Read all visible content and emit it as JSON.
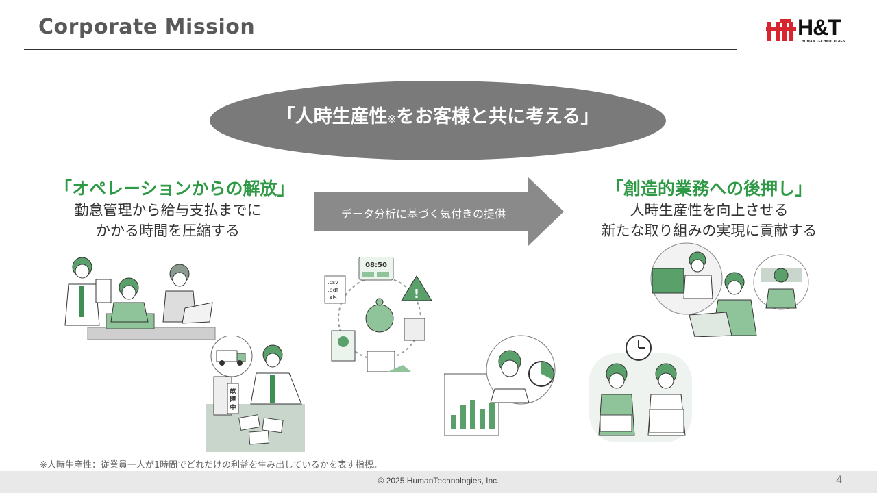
{
  "header": {
    "title": "Corporate Mission",
    "logo_text": "H&T",
    "logo_subtext": "HUMAN TECHNOLOGIES"
  },
  "center": {
    "ellipse_before": "「人時生産性",
    "ellipse_mark": "※",
    "ellipse_after": "をお客様と共に考える」",
    "arrow_label": "データ分析に基づく気付きの提供"
  },
  "left": {
    "heading": "「オペレーションからの解放」",
    "line1": "勤怠管理から給与支払までに",
    "line2": "かかる時間を圧縮する"
  },
  "right": {
    "heading": "「創造的業務への後押し」",
    "line1": "人時生産性を向上させる",
    "line2": "新たな取り組みの実現に貢献する"
  },
  "illustration_text": {
    "clock": "08:50",
    "files": [
      ".csv",
      ".pdf",
      ".xls"
    ],
    "sign": "故障中"
  },
  "footnote": "※人時生産性：従業員一人が1時間でどれだけの利益を生み出しているかを表す指標。",
  "footer": {
    "copyright": "© 2025  HumanTechnologies, Inc.",
    "page_number": "4"
  },
  "colors": {
    "accent_green": "#2f9a45",
    "ellipse_gray": "#7a7a7a",
    "arrow_gray": "#8a8a8a",
    "logo_red": "#d7262d"
  }
}
